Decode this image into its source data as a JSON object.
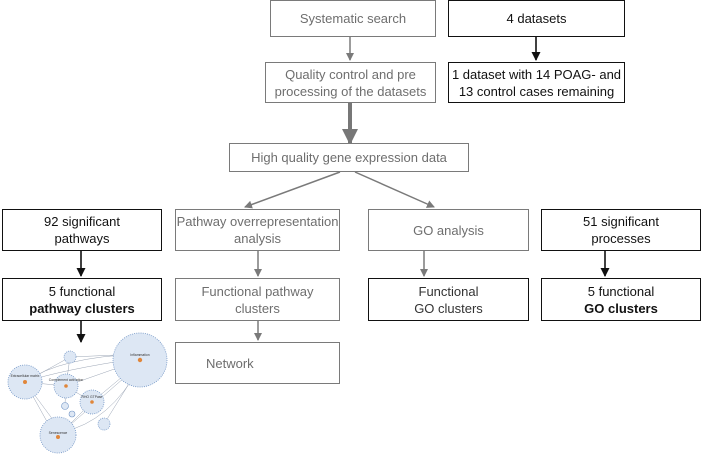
{
  "boxes": {
    "systematic_search": "Systematic search",
    "datasets_count": "4 datasets",
    "quality_control": [
      "Quality control and pre",
      "processing of the datasets"
    ],
    "dataset_remaining": [
      "1 dataset with 14 POAG- and",
      "13 control cases remaining"
    ],
    "high_quality_data": "High quality gene expression data",
    "significant_pathways": [
      "92 significant",
      "pathways"
    ],
    "pathway_analysis": [
      "Pathway overrepresentation",
      "analysis"
    ],
    "go_analysis": "GO analysis",
    "significant_processes": [
      "51 significant",
      "processes"
    ],
    "functional_pathway_clusters_bold": [
      "5 functional",
      "pathway clusters"
    ],
    "functional_pathway_clusters": [
      "Functional pathway",
      "clusters"
    ],
    "functional_go_clusters": [
      "Functional",
      "GO clusters"
    ],
    "functional_go_clusters_bold": [
      "5 functional",
      "GO clusters"
    ],
    "network": "Network"
  },
  "network_image": {
    "nodes": [
      "Extracellular matrix",
      "Complement activation",
      "Inflammation",
      "RHO GTPase",
      "Senescence"
    ]
  },
  "colors": {
    "grey_border": "#7a7a7a",
    "grey_text": "#6e6e6e",
    "black": "#111111",
    "network_nodes": "#6f93c4",
    "network_center": "#e0863a"
  }
}
